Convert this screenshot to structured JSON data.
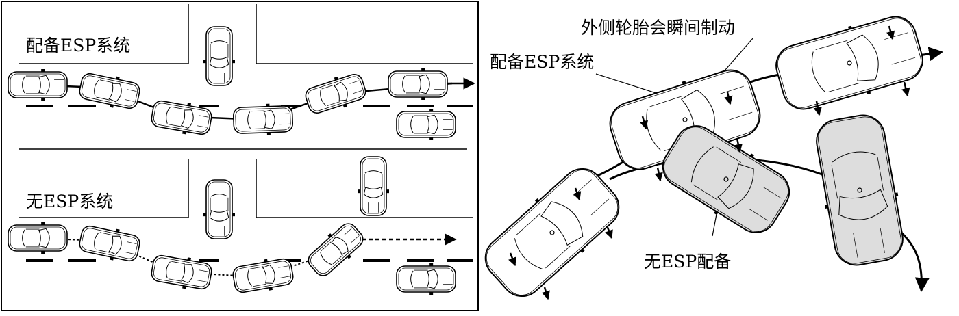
{
  "left_panel": {
    "top_label": "配备ESP系统",
    "bottom_label": "无ESP系统"
  },
  "right_panel": {
    "label_outer_brake": "外侧轮胎会瞬间制动",
    "label_with_esp": "配备ESP系统",
    "label_without_esp": "无ESP配备"
  },
  "colors": {
    "line": "#000000",
    "car_fill": "#ffffff",
    "shaded_car_fill": "#dddddd"
  }
}
